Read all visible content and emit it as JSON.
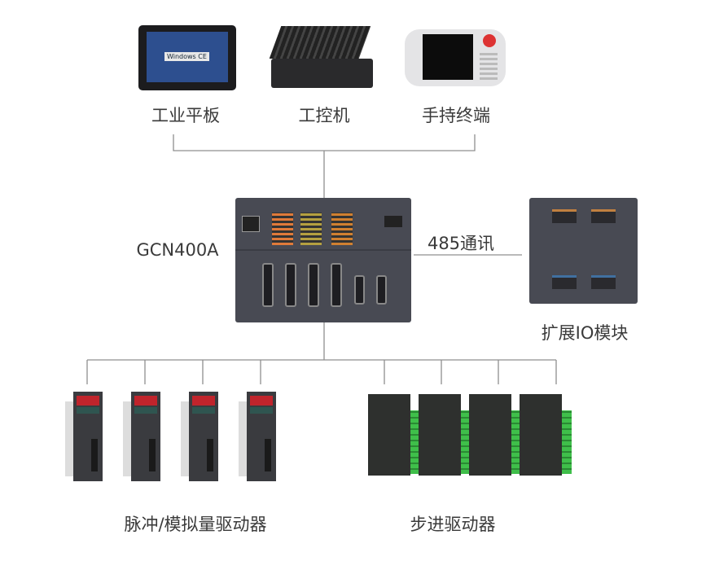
{
  "devices": {
    "tablet": {
      "label": "工业平板",
      "screen_text": "Windows CE"
    },
    "ipc": {
      "label": "工控机"
    },
    "handheld": {
      "label": "手持终端"
    },
    "controller": {
      "label": "GCN400A"
    },
    "link": {
      "label": "485通讯"
    },
    "io_module": {
      "label": "扩展IO模块"
    },
    "servo_drives": {
      "label": "脉冲/模拟量驱动器",
      "count": 4
    },
    "stepper_drives": {
      "label": "步进驱动器",
      "count": 4
    }
  },
  "colors": {
    "line": "#8a8a8a",
    "device_body": "#45474f",
    "terminal_green": "#3fbf4a",
    "display_red": "#c0242c",
    "text": "#3a3a3a"
  }
}
